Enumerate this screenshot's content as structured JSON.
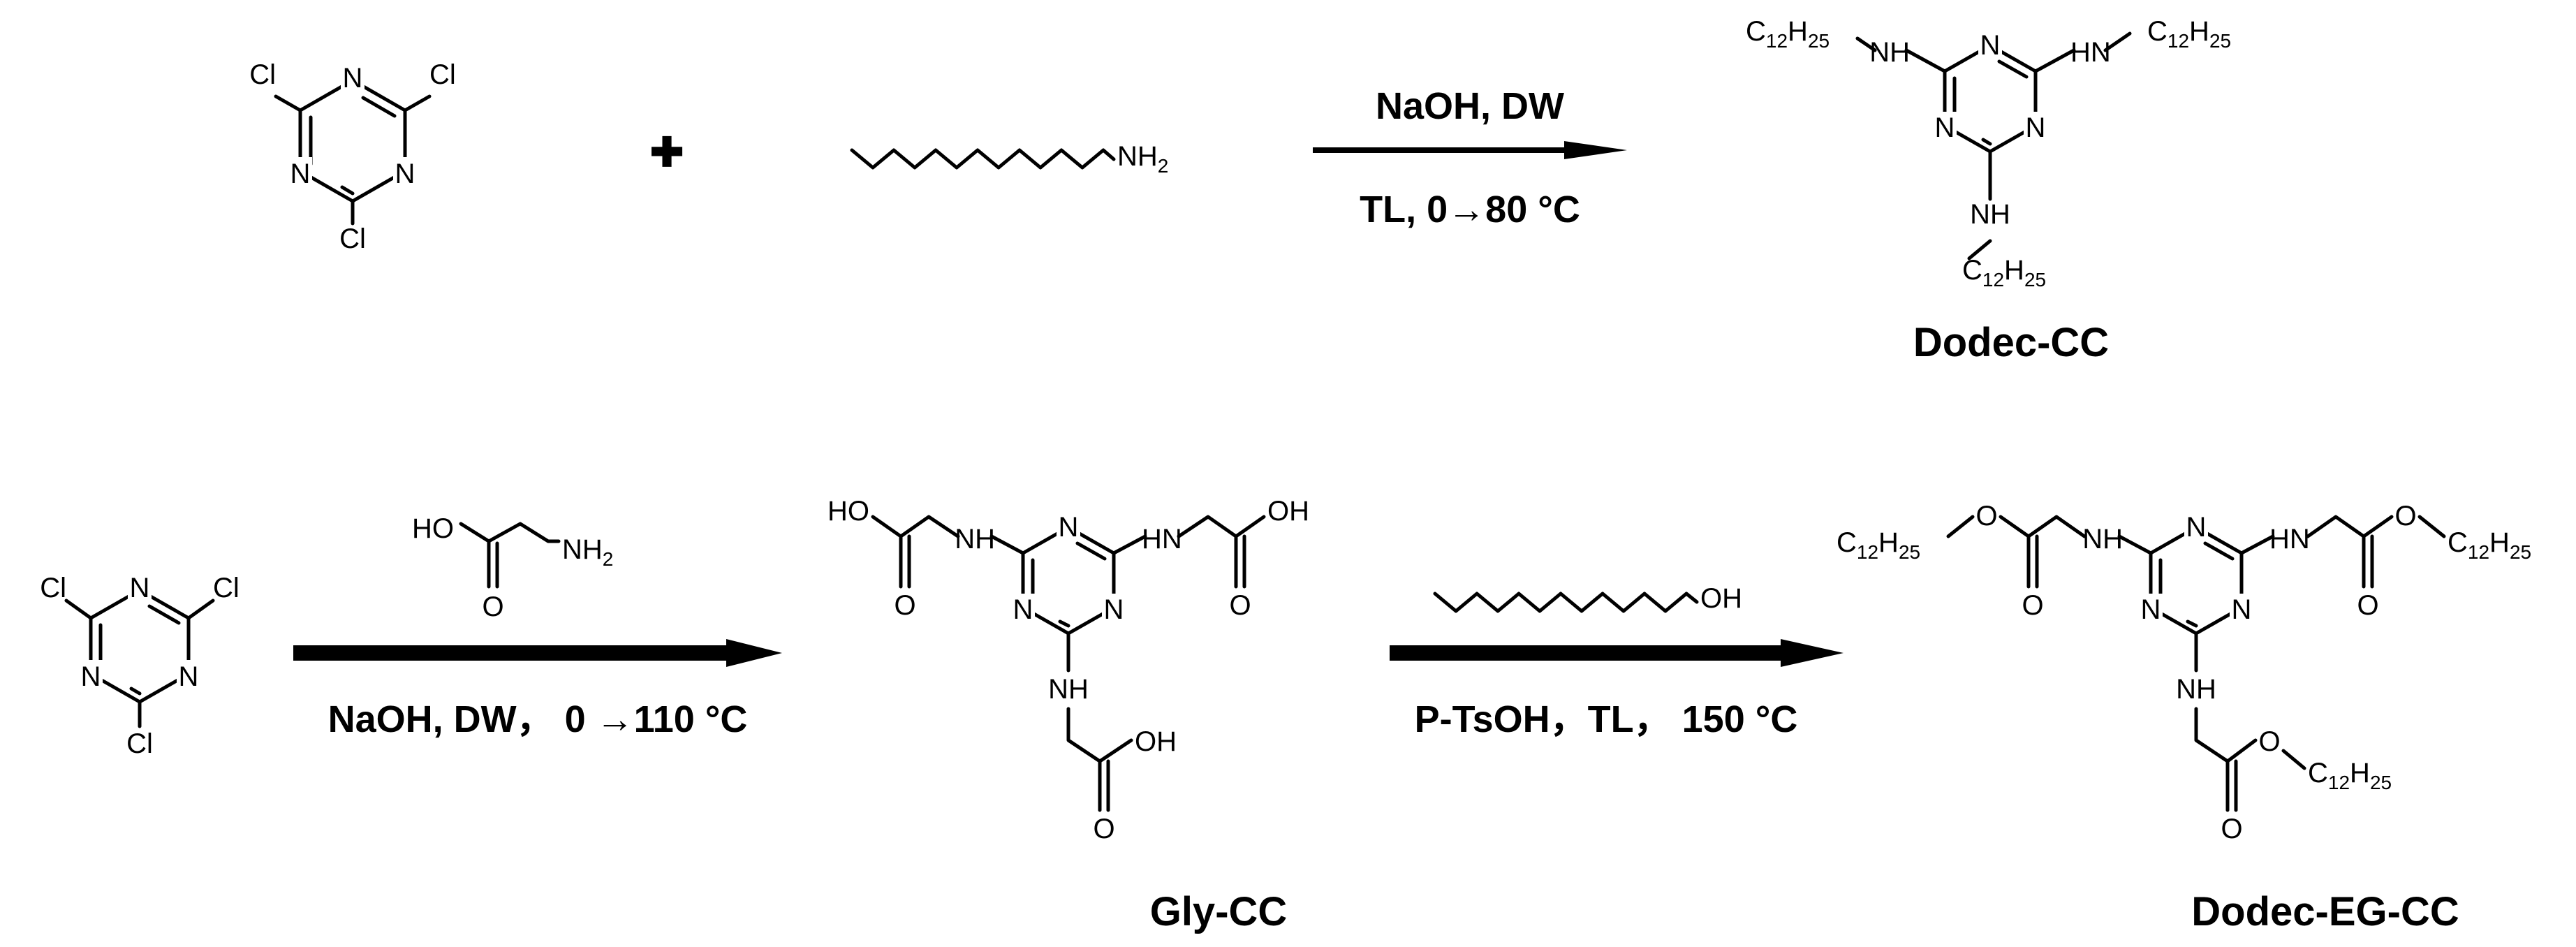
{
  "atoms": {
    "cl": "Cl",
    "n": "N",
    "nh": "NH",
    "hn": "HN",
    "nh2": "NH",
    "nh2_sub": "2",
    "oh": "OH",
    "ho": "HO",
    "o": "O",
    "c": "C",
    "c_sub": "12",
    "h": "H",
    "h_sub": "25"
  },
  "plus_sign": "✚",
  "reaction1": {
    "above": "NaOH, DW",
    "below": "TL, 0→80 °C",
    "product": "Dodec-CC"
  },
  "reaction2": {
    "below": "NaOH, DW，  0 →110 °C",
    "product": "Gly-CC"
  },
  "reaction3": {
    "below": "P-TsOH，TL，  150 °C",
    "product": "Dodec-EG-CC"
  }
}
